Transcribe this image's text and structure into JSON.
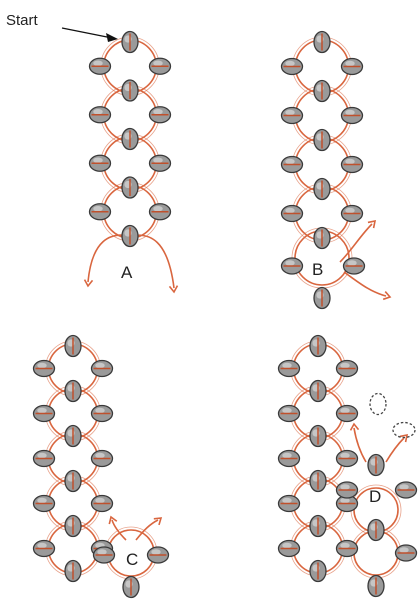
{
  "start_label": "Start",
  "panels": [
    {
      "label": "A"
    },
    {
      "label": "B"
    },
    {
      "label": "C"
    },
    {
      "label": "D"
    }
  ],
  "colors": {
    "thread": "#d9663f",
    "bead_fill": "#9a9a9a",
    "bead_stroke": "#3a3a3a",
    "bead_hole": "#c0502c",
    "arrow": "#111111",
    "ghost_bead": "#444444"
  }
}
